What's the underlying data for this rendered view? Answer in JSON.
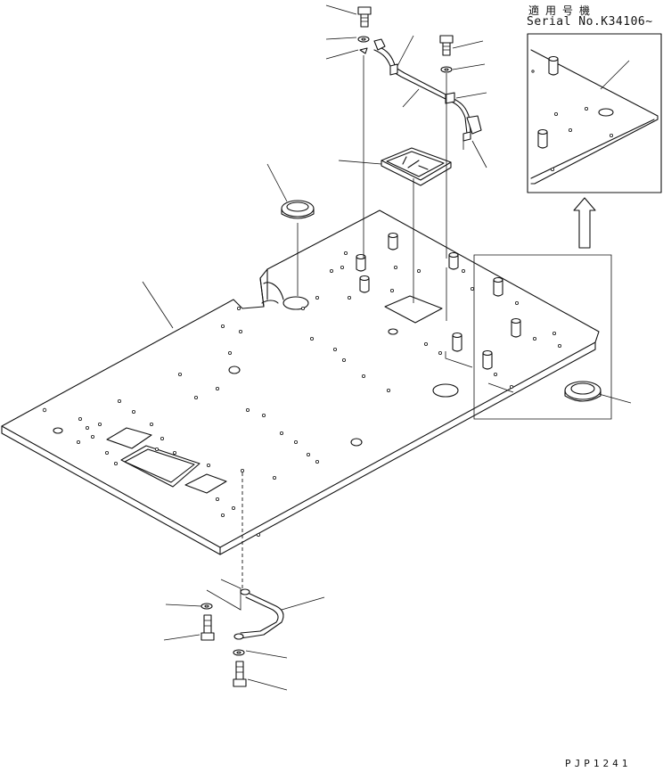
{
  "inset_title": {
    "applicability": "適用号機",
    "serial": "Serial No.K34106~"
  },
  "drawing_code": "PJP1241",
  "colors": {
    "line": "#111111",
    "background": "#ffffff"
  }
}
